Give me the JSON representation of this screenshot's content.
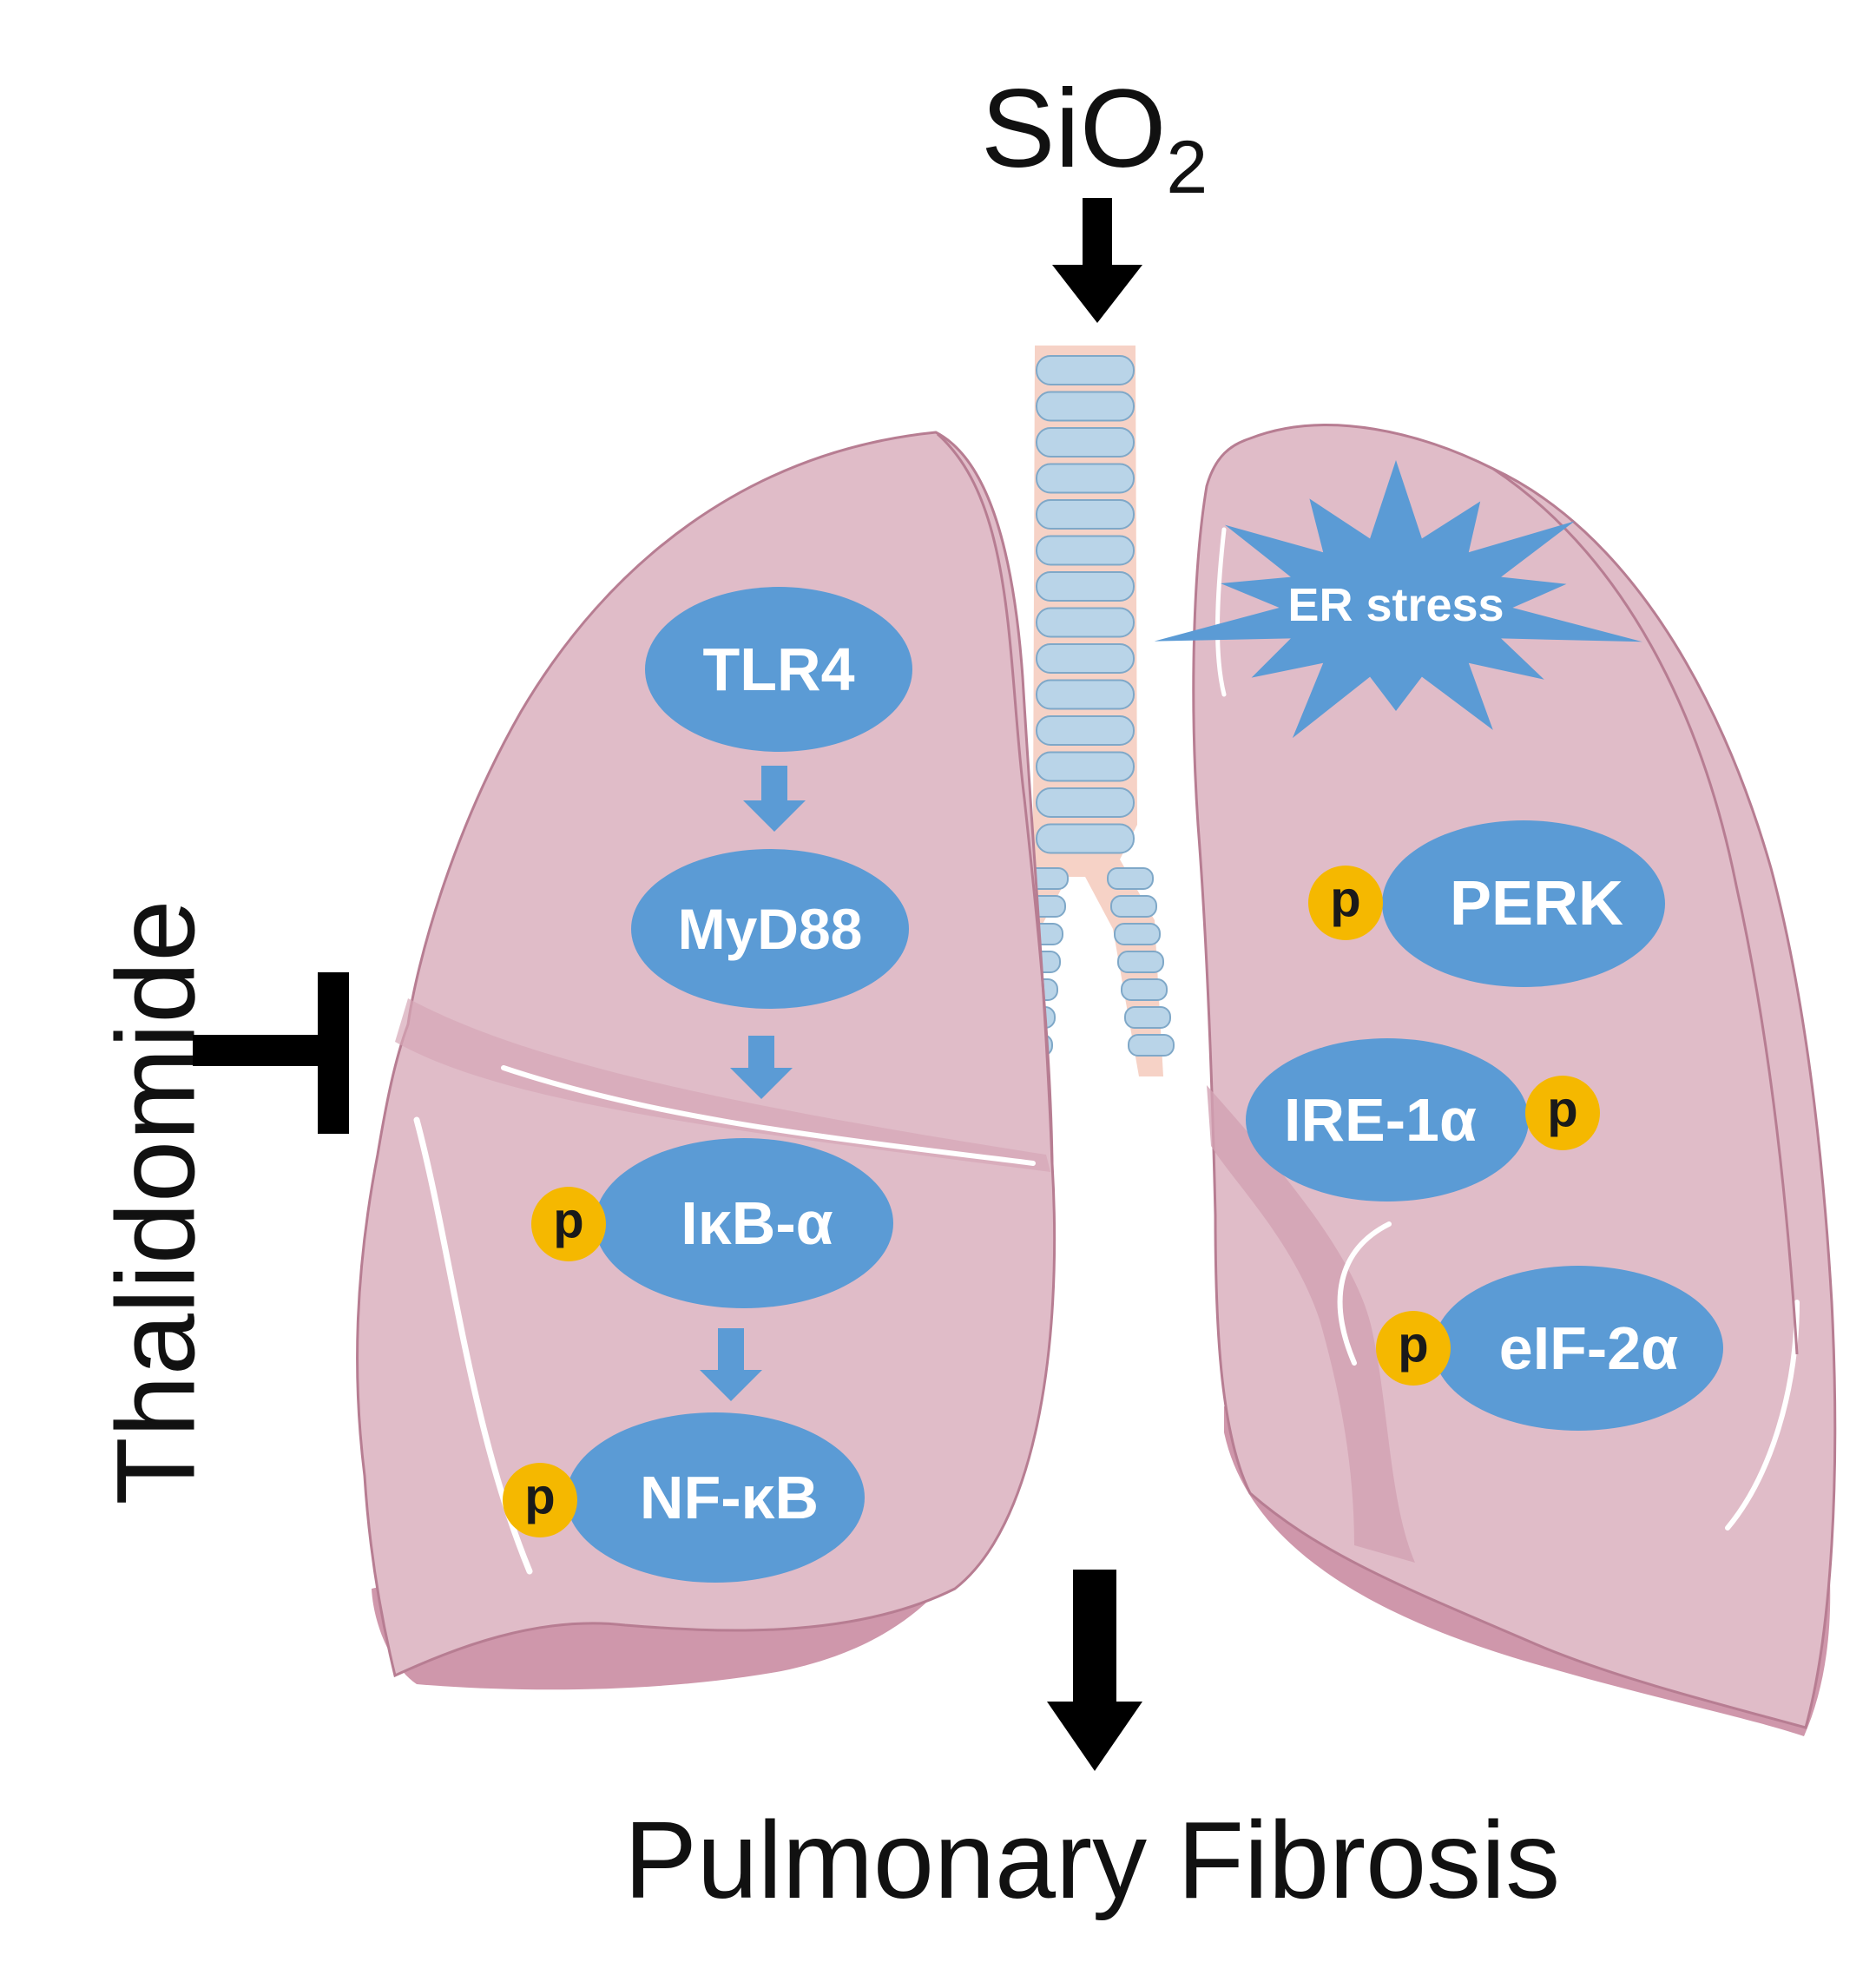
{
  "input": {
    "label": "SiO",
    "subscript": "2"
  },
  "inhibitor": {
    "label": "Thalidomide"
  },
  "outcome": {
    "label": "Pulmonary Fibrosis"
  },
  "colors": {
    "node_fill": "#5b9bd5",
    "phospho_fill": "#f5b800",
    "lung_fill": "#e0bcc8",
    "lung_shade": "#cf97ab",
    "lung_outline": "#b77d92",
    "trachea_ring": "#b9d4e8",
    "trachea_gap": "#f6d2c6",
    "arrow": "#000000"
  },
  "left_pathway": [
    {
      "id": "tlr4",
      "label": "TLR4",
      "phospho": false
    },
    {
      "id": "myd88",
      "label": "MyD88",
      "phospho": false
    },
    {
      "id": "ikba",
      "label": "IκB-α",
      "phospho": true
    },
    {
      "id": "nfkb",
      "label": "NF-κB",
      "phospho": true
    }
  ],
  "right_pathway": {
    "stress": {
      "label": "ER stress"
    },
    "nodes": [
      {
        "id": "perk",
        "label": "PERK",
        "phospho": true
      },
      {
        "id": "ire1a",
        "label": "IRE-1α",
        "phospho": true
      },
      {
        "id": "eif2a",
        "label": "eIF-2α",
        "phospho": true
      }
    ]
  },
  "phospho_label": "p"
}
